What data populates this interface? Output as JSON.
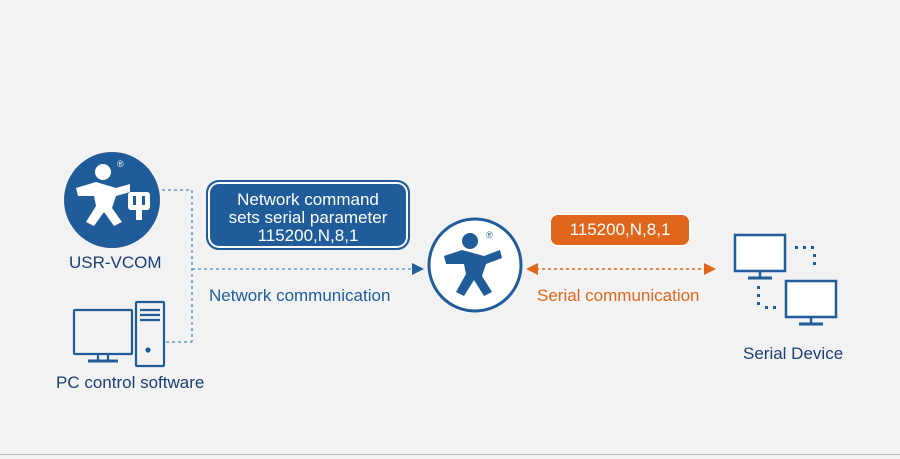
{
  "nodes": {
    "vcom_label": "USR-VCOM",
    "pc_label": "PC control software",
    "serial_device_label": "Serial Device",
    "registered_mark": "®"
  },
  "network": {
    "command_lines": [
      "Network command",
      "sets serial parameter",
      "115200,N,8,1"
    ],
    "link_label": "Network communication"
  },
  "serial": {
    "params": "115200,N,8,1",
    "link_label": "Serial communication"
  },
  "colors": {
    "primary_blue": "#1f5c99",
    "accent_orange": "#e0661c",
    "background": "#f2f2f2"
  },
  "icons": [
    "usr-logo-icon",
    "serial-port-icon",
    "desktop-pc-icon",
    "monitor-icon"
  ]
}
